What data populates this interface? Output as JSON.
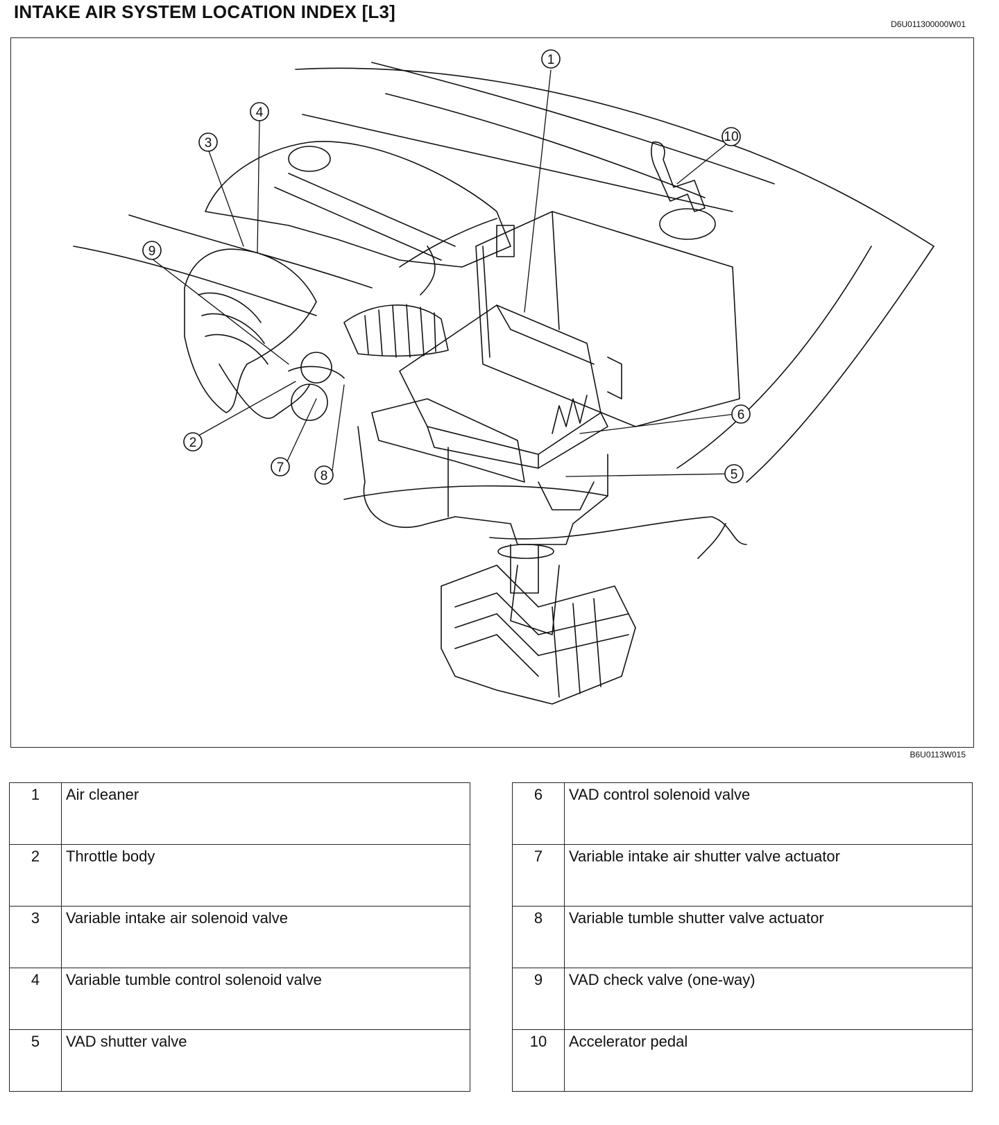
{
  "header": {
    "title": "INTAKE AIR SYSTEM LOCATION INDEX [L3]",
    "doc_code": "D6U011300000W01"
  },
  "figure": {
    "figure_code": "B6U0113W015",
    "callouts": [
      "1",
      "2",
      "3",
      "4",
      "5",
      "6",
      "7",
      "8",
      "9",
      "10"
    ]
  },
  "legend": {
    "left": [
      {
        "num": "1",
        "label": "Air cleaner"
      },
      {
        "num": "2",
        "label": "Throttle body"
      },
      {
        "num": "3",
        "label": "Variable intake air solenoid valve"
      },
      {
        "num": "4",
        "label": "Variable tumble control solenoid valve"
      },
      {
        "num": "5",
        "label": "VAD shutter valve"
      }
    ],
    "right": [
      {
        "num": "6",
        "label": "VAD control solenoid valve"
      },
      {
        "num": "7",
        "label": "Variable intake air shutter valve actuator"
      },
      {
        "num": "8",
        "label": "Variable tumble shutter valve actuator"
      },
      {
        "num": "9",
        "label": "VAD check valve (one-way)"
      },
      {
        "num": "10",
        "label": "Accelerator pedal"
      }
    ]
  }
}
